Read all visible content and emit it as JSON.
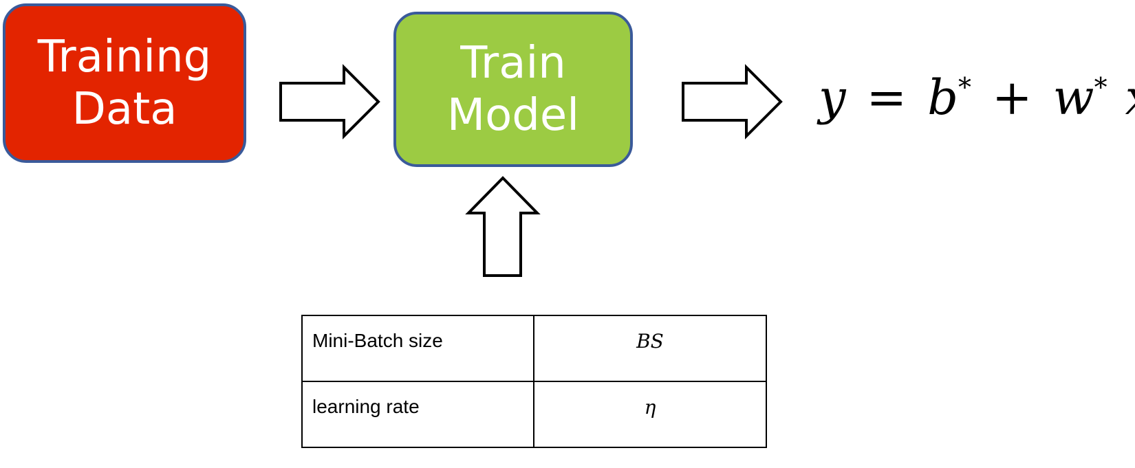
{
  "boxes": {
    "training_data": {
      "label": "Training\nData",
      "fill": "#e32400"
    },
    "train_model": {
      "label": "Train\nModel",
      "fill": "#9ccb43"
    }
  },
  "border_color": "#3a5a9a",
  "equation": {
    "lhs": "y",
    "equals": "=",
    "b": "b",
    "b_sup": "*",
    "plus": "+",
    "w": "w",
    "w_sup": "*",
    "x": "x"
  },
  "hyperparameters": [
    {
      "name": "Mini-Batch size",
      "symbol": "BS"
    },
    {
      "name": "learning rate",
      "symbol": "η"
    }
  ]
}
